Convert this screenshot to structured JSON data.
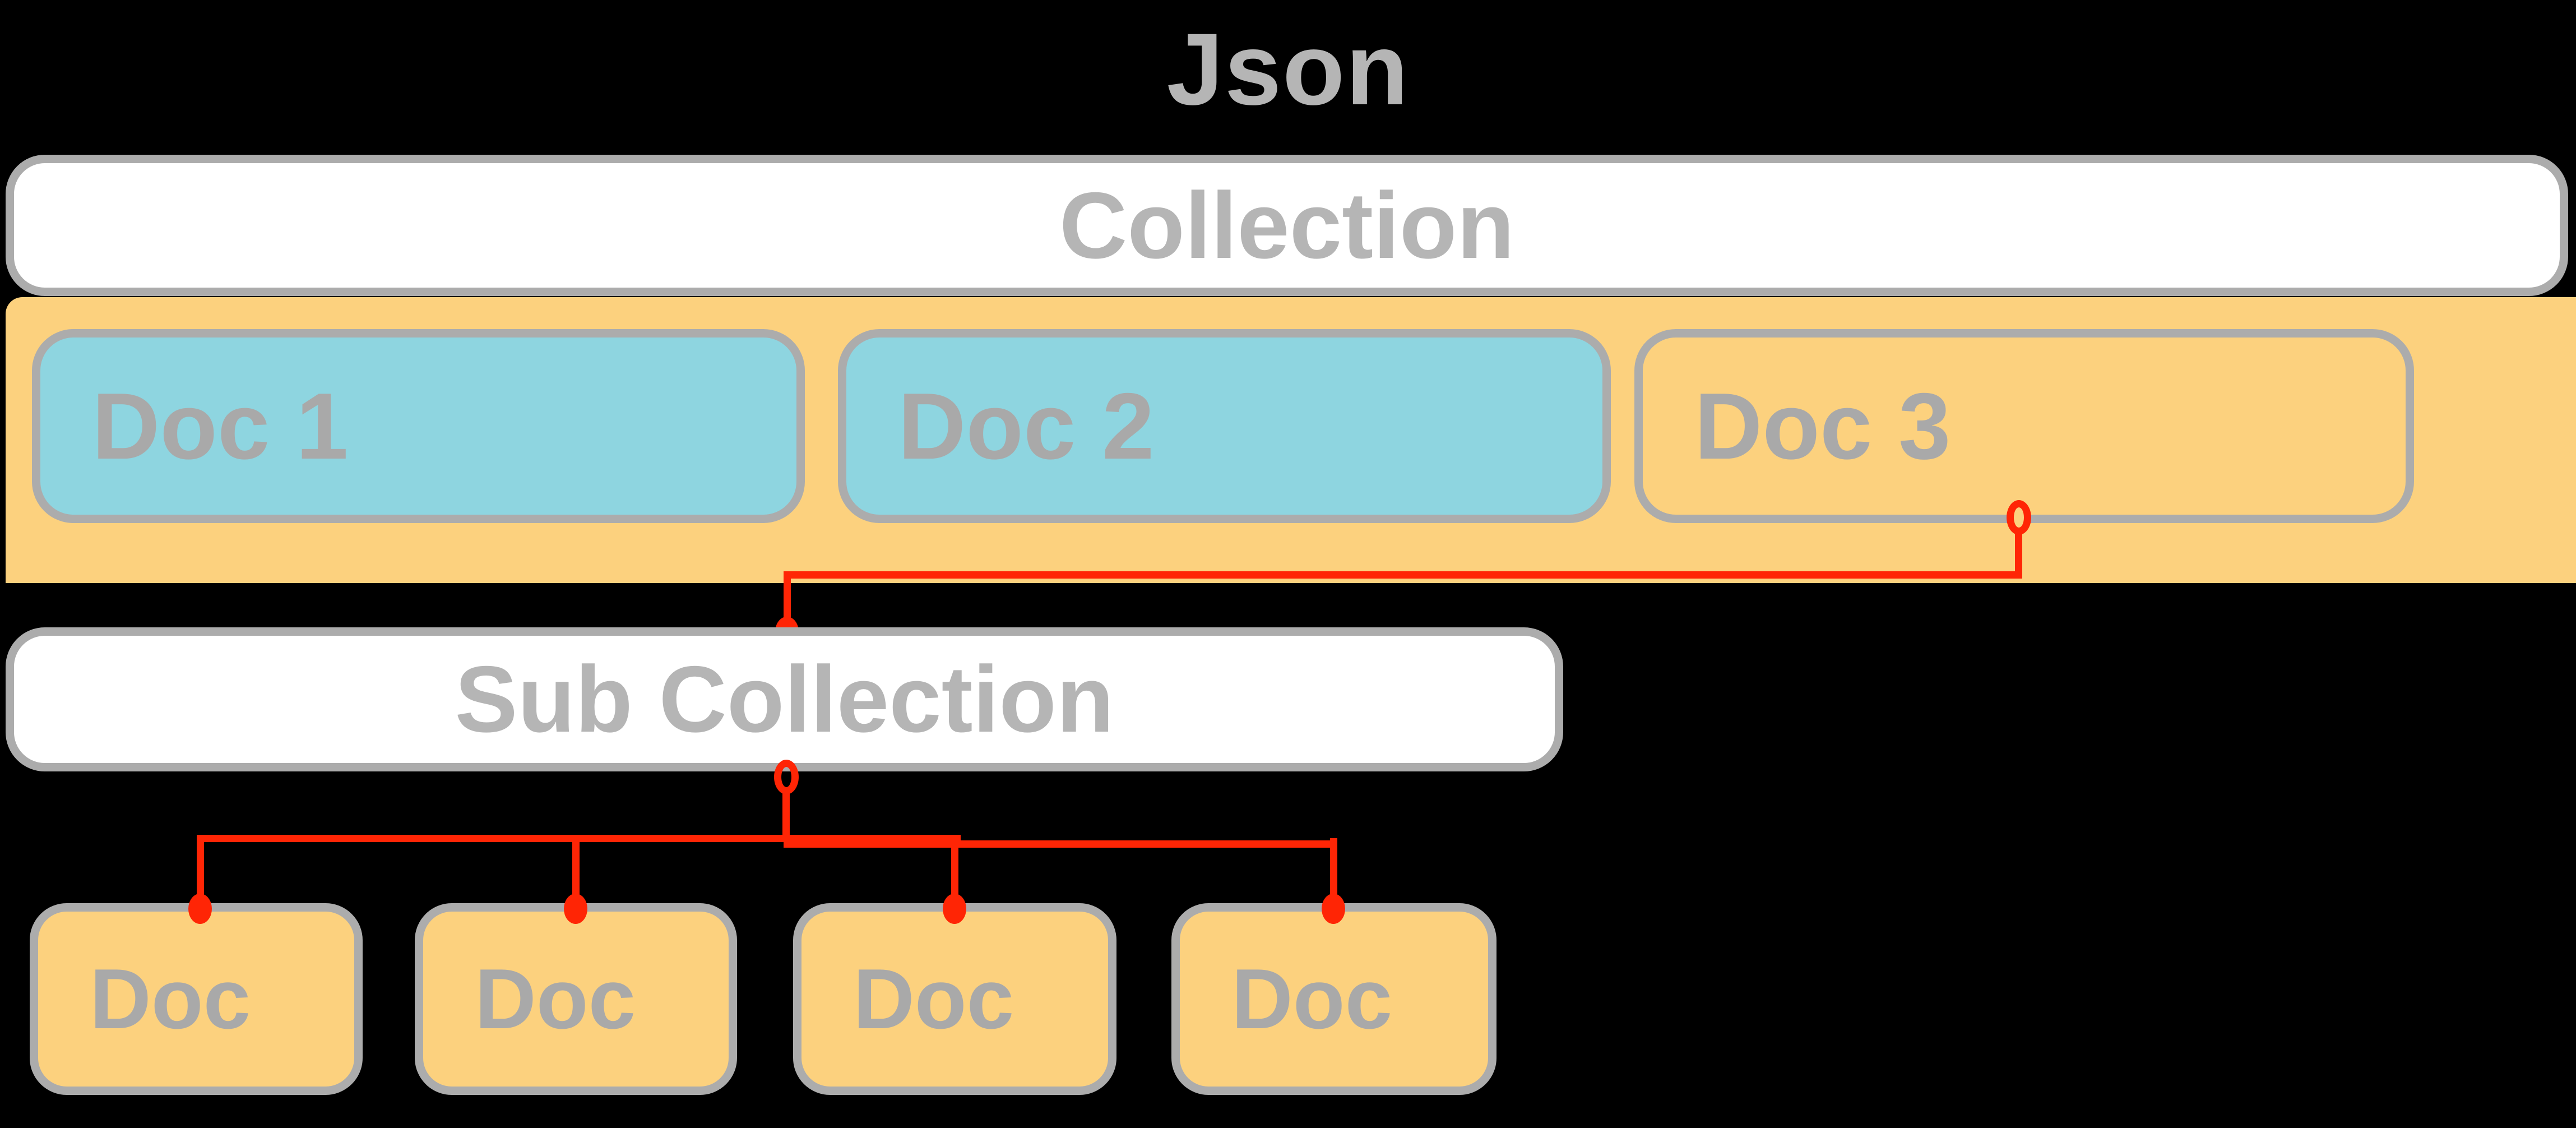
{
  "title": "Json",
  "collection": {
    "label": "Collection"
  },
  "collection_documents": [
    {
      "label": "Doc 1",
      "highlighted": true
    },
    {
      "label": "Doc 2",
      "highlighted": true
    },
    {
      "label": "Doc 3",
      "highlighted": false
    }
  ],
  "sub_collection": {
    "label": "Sub Collection"
  },
  "sub_collection_documents": [
    {
      "label": "Doc"
    },
    {
      "label": "Doc"
    },
    {
      "label": "Doc"
    },
    {
      "label": "Doc"
    }
  ],
  "colors": {
    "background": "#000000",
    "bar_fill": "#ffffff",
    "band_yellow": "#fcd17e",
    "doc_highlight_teal": "#8ed5e0",
    "border_gray": "#acacac",
    "heading_text_gray": "#b5b5b5",
    "doc_text_gray": "#a9a9a9",
    "connector_red": "#ff2505"
  }
}
